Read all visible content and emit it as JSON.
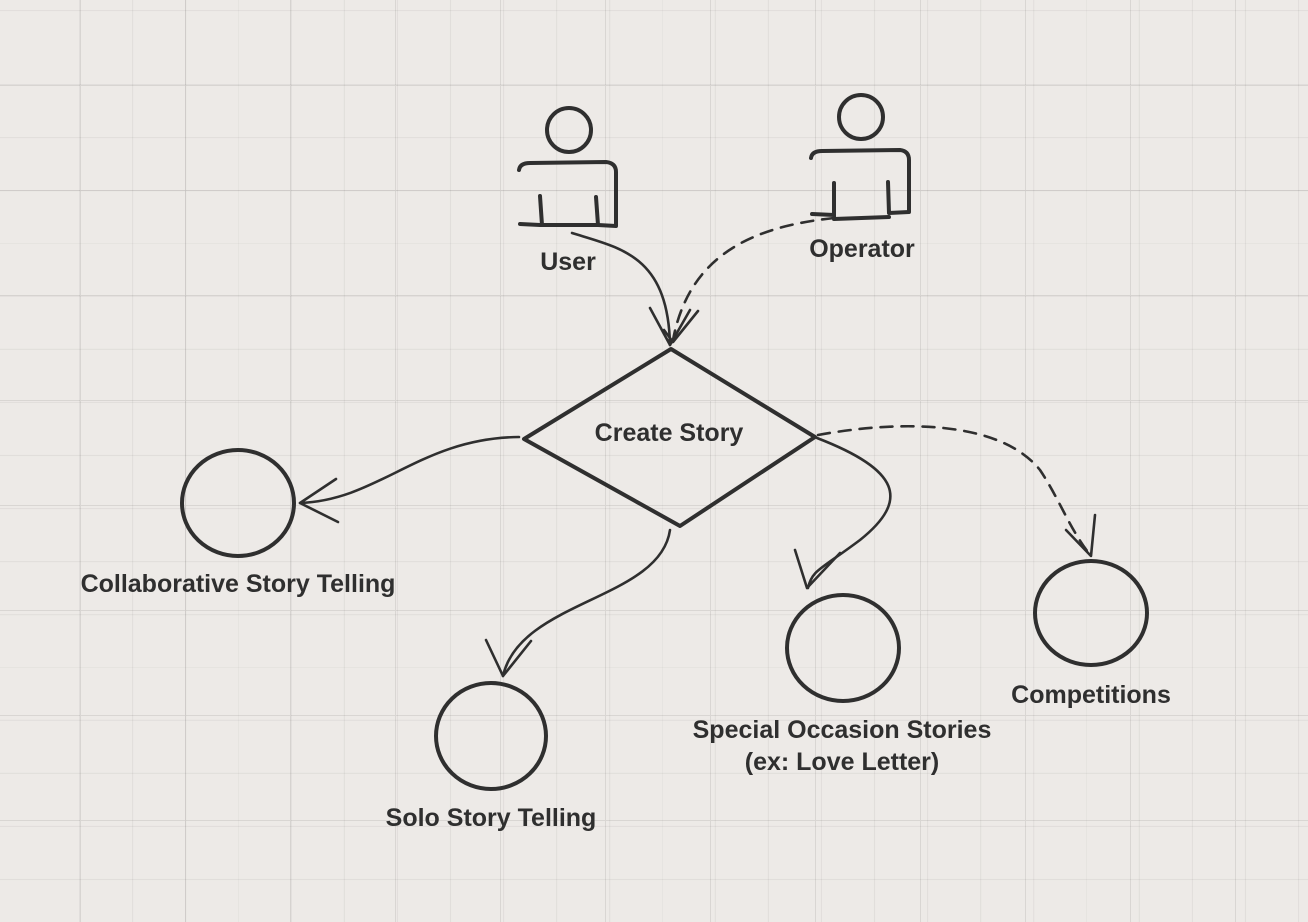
{
  "actors": {
    "user": "User",
    "operator": "Operator"
  },
  "decision": {
    "create_story": "Create Story"
  },
  "nodes": {
    "collaborative": "Collaborative Story Telling",
    "solo": "Solo Story Telling",
    "special_line1": "Special Occasion Stories",
    "special_line2": "(ex: Love Letter)",
    "competitions": "Competitions"
  },
  "colors": {
    "stroke": "#2f2f2f",
    "background": "#edeae7",
    "grid": "#d9d6d3"
  }
}
